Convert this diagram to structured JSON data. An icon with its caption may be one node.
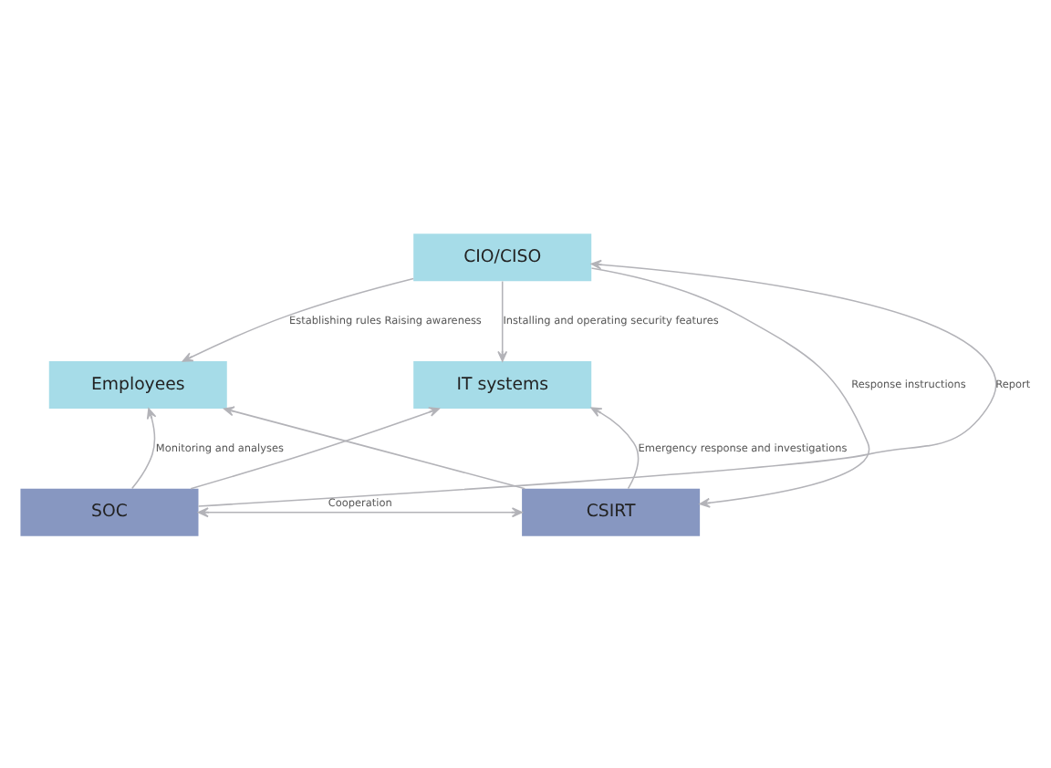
{
  "diagram": {
    "nodes": [
      {
        "text": [
          "CIO/CISO"
        ]
      },
      {
        "text": [
          "Employees"
        ]
      },
      {
        "text": [
          "IT systems"
        ]
      },
      {
        "text": [
          "SOC"
        ]
      },
      {
        "text": [
          "CSIRT"
        ]
      }
    ],
    "edges": [
      {
        "from": 3,
        "to": 0,
        "arrow": "to",
        "label": "Report"
      },
      {
        "from": 0,
        "to": 4,
        "arrow": "to",
        "label": "Response instructions"
      },
      {
        "from": 0,
        "to": 1,
        "arrow": "to",
        "label": "Establishing rules Raising awareness"
      },
      {
        "from": 0,
        "to": 2,
        "arrow": "to",
        "label": "Installing and operating security features"
      },
      {
        "from": 3,
        "to": 1,
        "arrow": "to",
        "label": "Monitoring and analyses"
      },
      {
        "from": 3,
        "to": 2,
        "arrow": "to"
      },
      {
        "from": 4,
        "to": 1,
        "arrow": "to"
      },
      {
        "from": 4,
        "to": 2,
        "arrow": "to",
        "label": "Emergency response and investigations"
      },
      {
        "from": 3,
        "to": 4,
        "arrow": "both",
        "label": "Cooperation"
      }
    ]
  }
}
